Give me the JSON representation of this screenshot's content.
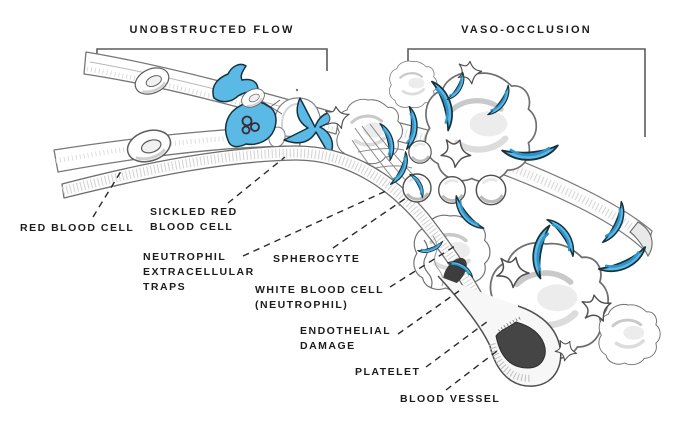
{
  "diagram": {
    "title_left": "UNOBSTRUCTED FLOW",
    "title_right": "VASO-OCCLUSION",
    "labels": {
      "red_blood_cell": "RED BLOOD CELL",
      "sickled_red_blood_cell": "SICKLED RED\nBLOOD CELL",
      "neutrophil_extracellular_traps": "NEUTROPHIL\nEXTRACELLULAR\nTRAPS",
      "spherocyte": "SPHEROCYTE",
      "white_blood_cell": "WHITE BLOOD CELL\n(NEUTROPHIL)",
      "endothelial_damage": "ENDOTHELIAL\nDAMAGE",
      "platelet": "PLATELET",
      "blood_vessel": "BLOOD VESSEL"
    },
    "colors": {
      "sickle_cell_blue": "#5bb9e6",
      "sickle_cell_blue_dark": "#2e93c9",
      "ink": "#1c1c1c",
      "line_gray": "#777777"
    }
  }
}
